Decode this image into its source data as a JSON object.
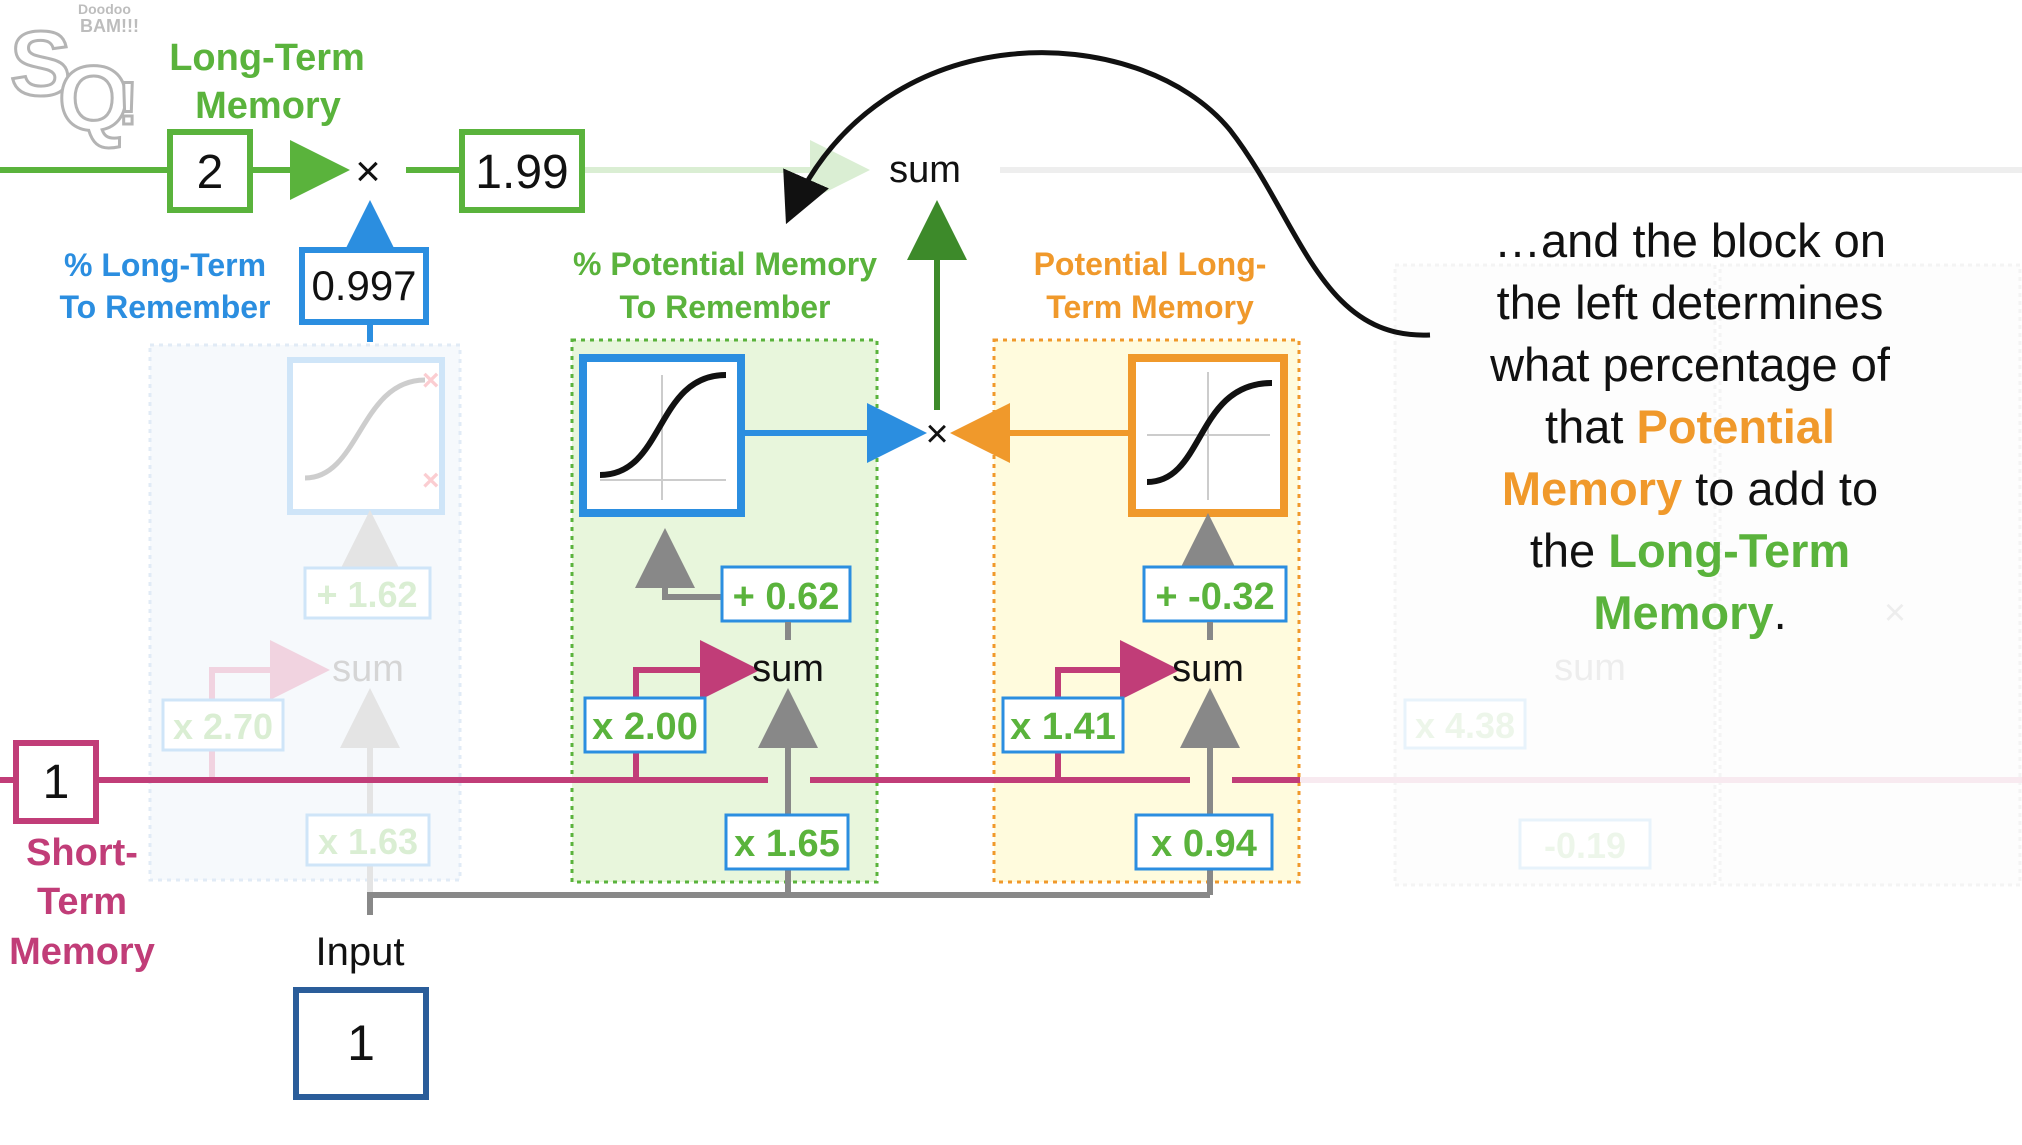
{
  "labels": {
    "ltm_title_1": "Long-Term",
    "ltm_title_2": "Memory",
    "stm_title_1": "Short-",
    "stm_title_2": "Term",
    "stm_title_3": "Memory",
    "input_label": "Input",
    "pct_ltm_1": "% Long-Term",
    "pct_ltm_2": "To Remember",
    "pct_pm_1": "% Potential Memory",
    "pct_pm_2": "To Remember",
    "plt_1": "Potential Long-",
    "plt_2": "Term Memory",
    "sum": "sum",
    "times": "×",
    "logo_top_1": "Doodoo",
    "logo_top_2": "BAM!!!"
  },
  "values": {
    "ltm_in": "2",
    "ltm_out": "1.99",
    "forget_gate_out": "0.997",
    "stm_in": "1",
    "input": "1",
    "forget_bias": "+ 1.62",
    "forget_w_stm": "x 2.70",
    "forget_w_in": "x 1.63",
    "pm_bias": "+ 0.62",
    "pm_w_stm": "x 2.00",
    "pm_w_in": "x 1.65",
    "plt_bias": "+ -0.32",
    "plt_w_stm": "x 1.41",
    "plt_w_in": "x 0.94",
    "ghost_w_stm": "x 4.38",
    "ghost_bias": "-0.19"
  },
  "narration": {
    "line1": "…and the block on",
    "line2": "the left determines",
    "line3": "what percentage of",
    "line4_pre": "that ",
    "line4_hl": "Potential",
    "line5_hl": "Memory",
    "line5_post": " to add to",
    "line6_pre": "the ",
    "line6_hl": "Long-Term",
    "line7_hl": "Memory",
    "line7_post": "."
  },
  "colors": {
    "green": "#5ab33c",
    "dark_green": "#3d8a2a",
    "pink": "#c13d78",
    "blue": "#2b8ee0",
    "dark_blue": "#2a5d9a",
    "orange": "#f0992b",
    "gray": "#888888"
  }
}
